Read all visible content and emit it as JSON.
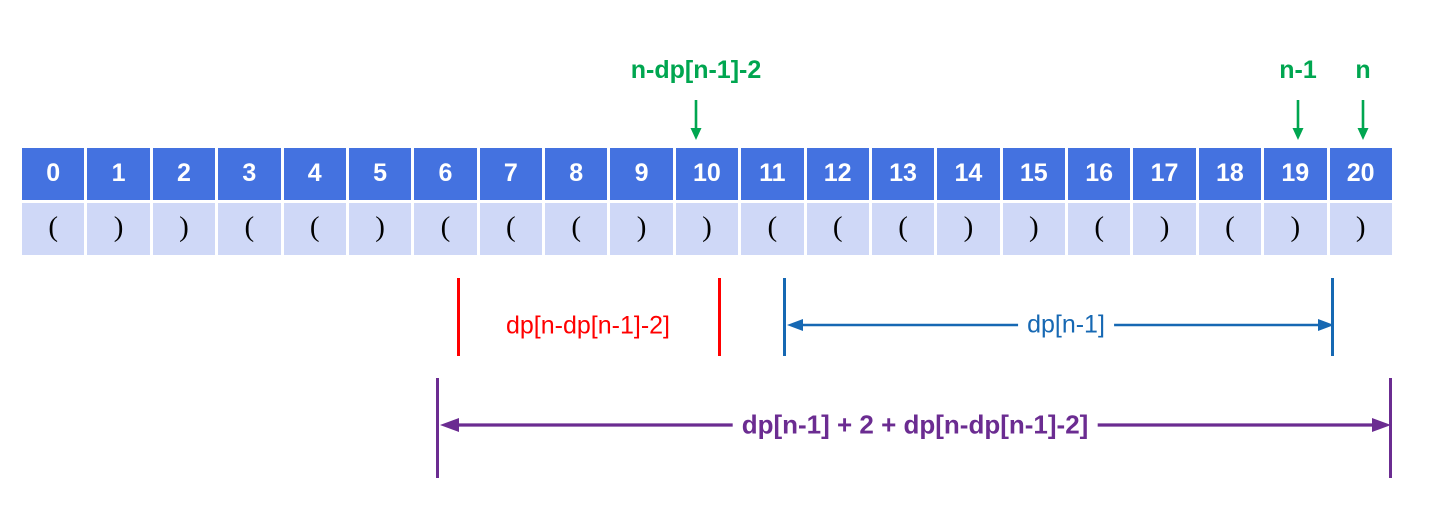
{
  "diagram": {
    "title": "Dynamic programming parenthesis string index diagram",
    "colors": {
      "index_cell_bg": "#4472E0",
      "index_cell_text": "#FFFFFF",
      "paren_cell_bg": "#CFD8F7",
      "paren_cell_text": "#000000",
      "green": "#00A650",
      "red": "#FF0000",
      "blue": "#1668B3",
      "purple": "#6B2C91",
      "page_bg": "#FFFFFF"
    }
  },
  "table": {
    "indices": [
      "0",
      "1",
      "2",
      "3",
      "4",
      "5",
      "6",
      "7",
      "8",
      "9",
      "10",
      "11",
      "12",
      "13",
      "14",
      "15",
      "16",
      "17",
      "18",
      "19",
      "20"
    ],
    "parens": [
      "(",
      ")",
      ")",
      "(",
      "(",
      ")",
      "(",
      "(",
      "(",
      ")",
      ")",
      "(",
      "(",
      "(",
      ")",
      ")",
      "(",
      ")",
      "(",
      ")",
      ")"
    ]
  },
  "pointers": [
    {
      "label": "n-dp[n-1]-2",
      "target_index": 10,
      "color": "#00A650",
      "icon": "down-arrow-icon"
    },
    {
      "label": "n-1",
      "target_index": 19,
      "color": "#00A650",
      "icon": "down-arrow-icon"
    },
    {
      "label": "n",
      "target_index": 20,
      "color": "#00A650",
      "icon": "down-arrow-icon"
    }
  ],
  "spans": [
    {
      "label": "dp[n-dp[n-1]-2]",
      "color": "#FF0000",
      "start_index": 7,
      "end_index": 10,
      "style": "brackets",
      "row": 1
    },
    {
      "label": "dp[n-1]",
      "color": "#1668B3",
      "start_index": 12,
      "end_index": 19,
      "style": "double-arrow",
      "row": 1
    },
    {
      "label": "dp[n-1] + 2 + dp[n-dp[n-1]-2]",
      "color": "#6B2C91",
      "start_index": 7,
      "end_index": 20,
      "style": "double-arrow",
      "row": 2
    }
  ]
}
